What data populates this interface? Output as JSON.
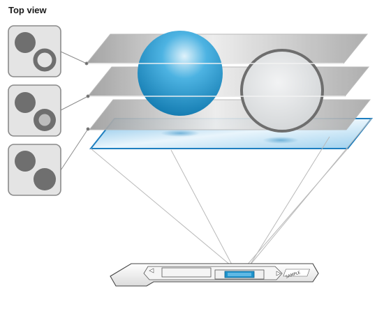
{
  "title": "Top view",
  "slide": {
    "label": "SAMPLE"
  },
  "top_view_panels": [
    {
      "name": "panel-top-plane",
      "plane": "top",
      "sphere_cross_section": "ring"
    },
    {
      "name": "panel-middle-plane",
      "plane": "middle",
      "sphere_cross_section": "filled-light"
    },
    {
      "name": "panel-bottom-plane",
      "plane": "bottom",
      "sphere_cross_section": "filled-dark"
    }
  ],
  "objects": [
    {
      "name": "solid-sphere",
      "style": "solid",
      "color": "#1a8cc2"
    },
    {
      "name": "hollow-sphere",
      "style": "hollow",
      "color": "#d8dadc"
    }
  ],
  "colors": {
    "panel_fill": "#e4e4e4",
    "panel_stroke": "#8a8a8a",
    "dark_circle": "#6f6f6f",
    "plane_gray": "#c8c8c8",
    "plane_blue": "#cfe7f7",
    "blue_edge": "#1e7fc0"
  }
}
